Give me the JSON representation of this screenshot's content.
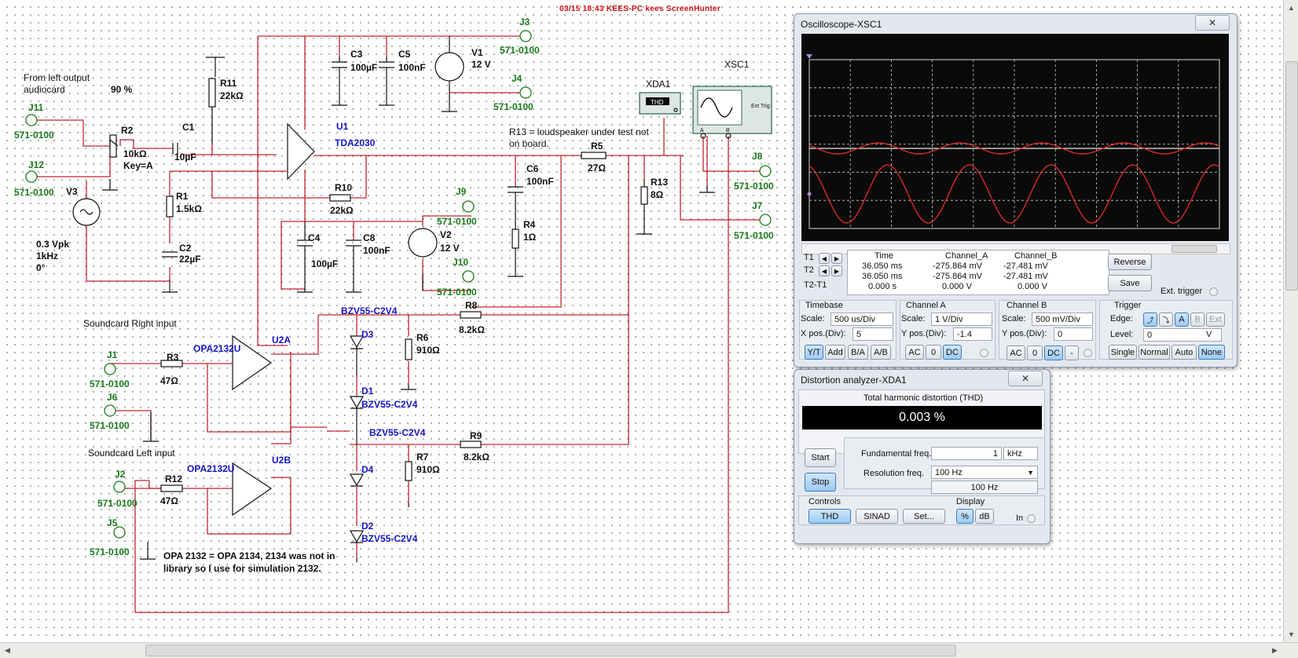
{
  "watermark": "03/15 18:43 KEES-PC kees ScreenHunter",
  "schematic": {
    "notes": {
      "left_output_1": "From left output",
      "left_output_2": "audiocard",
      "percent": "90 %",
      "r13_note_1": "R13 = loudspeaker under test not",
      "r13_note_2": "on board.",
      "sc_right": "Soundcard Right input",
      "sc_left": "Soundcard Left input",
      "opa_note_1": "OPA 2132 = OPA 2134, 2134 was not in",
      "opa_note_2": "library so I use for simulation 2132."
    },
    "connectors": {
      "J11": "J11",
      "J12": "J12",
      "J3": "J3",
      "J4": "J4",
      "J9": "J9",
      "J10": "J10",
      "J1": "J1",
      "J6": "J6",
      "J2": "J2",
      "J5": "J5",
      "J8": "J8",
      "J7": "J7",
      "part": "571-0100"
    },
    "components": {
      "R2": "R2",
      "R2_val": "10kΩ",
      "R2_key": "Key=A",
      "C1": "C1",
      "C1_val": "10µF",
      "R11": "R11",
      "R11_val": "22kΩ",
      "V3": "V3",
      "V3_v": "0.3 Vpk",
      "V3_f": "1kHz",
      "V3_p": "0°",
      "R1": "R1",
      "R1_val": "1.5kΩ",
      "C2": "C2",
      "C2_val": "22µF",
      "C3": "C3",
      "C3_val": "100µF",
      "C5": "C5",
      "C5_val": "100nF",
      "V1": "V1",
      "V1_val": "12 V",
      "U1": "U1",
      "U1_val": "TDA2030",
      "R10": "R10",
      "R10_val": "22kΩ",
      "C4": "C4",
      "C4_val": "100µF",
      "C8": "C8",
      "C8_val": "100nF",
      "V2": "V2",
      "V2_val": "12 V",
      "C6": "C6",
      "C6_val": "100nF",
      "R4": "R4",
      "R4_val": "1Ω",
      "R5": "R5",
      "R5_val": "27Ω",
      "R13": "R13",
      "R13_val": "8Ω",
      "XDA1": "XDA1",
      "XSC1": "XSC1",
      "THD": "THD",
      "ExtTrig": "Ext Trig",
      "A": "A",
      "B": "B",
      "D3_type": "BZV55-C2V4",
      "D3": "D3",
      "R8": "R8",
      "R8_val": "8.2kΩ",
      "R6": "R6",
      "R6_val": "910Ω",
      "D1": "D1",
      "D1_type": "BZV55-C2V4",
      "D4_type": "BZV55-C2V4",
      "D4": "D4",
      "R9": "R9",
      "R9_val": "8.2kΩ",
      "R7": "R7",
      "R7_val": "910Ω",
      "D2": "D2",
      "D2_type": "BZV55-C2V4",
      "U2A": "U2A",
      "U2A_type": "OPA2132U",
      "U2B": "U2B",
      "U2B_type": "OPA2132U",
      "R3": "R3",
      "R3_val": "47Ω",
      "R12": "R12",
      "R12_val": "47Ω"
    }
  },
  "oscilloscope": {
    "title": "Oscilloscope-XSC1",
    "close": "✕",
    "cursor_table": {
      "headers": [
        "Time",
        "Channel_A",
        "Channel_B"
      ],
      "rows": [
        {
          "label": "T1",
          "time": "36.050 ms",
          "a": "-275.864 mV",
          "b": "-27.481 mV"
        },
        {
          "label": "T2",
          "time": "36.050 ms",
          "a": "-275.864 mV",
          "b": "-27.481 mV"
        },
        {
          "label": "T2-T1",
          "time": "0.000 s",
          "a": "0.000 V",
          "b": "0.000 V"
        }
      ]
    },
    "reverse": "Reverse",
    "save": "Save",
    "ext_trigger": "Ext. trigger",
    "timebase": {
      "title": "Timebase",
      "scale_label": "Scale:",
      "scale": "500 us/Div",
      "xpos_label": "X pos.(Div):",
      "xpos": "5",
      "buttons": [
        "Y/T",
        "Add",
        "B/A",
        "A/B"
      ]
    },
    "channel_a": {
      "title": "Channel A",
      "scale_label": "Scale:",
      "scale": "1  V/Div",
      "ypos_label": "Y pos.(Div):",
      "ypos": "-1.4",
      "buttons": [
        "AC",
        "0",
        "DC"
      ]
    },
    "channel_b": {
      "title": "Channel B",
      "scale_label": "Scale:",
      "scale": "500 mV/Div",
      "ypos_label": "Y pos.(Div):",
      "ypos": "0",
      "buttons": [
        "AC",
        "0",
        "DC",
        "-"
      ]
    },
    "trigger": {
      "title": "Trigger",
      "edge_label": "Edge:",
      "level_label": "Level:",
      "level": "0",
      "level_unit": "V",
      "edge_buttons": [
        "A",
        "B",
        "Ext"
      ],
      "modes": [
        "Single",
        "Normal",
        "Auto",
        "None"
      ]
    }
  },
  "distortion": {
    "title": "Distortion analyzer-XDA1",
    "close": "✕",
    "thd_label": "Total harmonic distortion (THD)",
    "thd_value": "0.003 %",
    "start": "Start",
    "stop": "Stop",
    "fund_label": "Fundamental freq.",
    "fund_value": "1",
    "fund_unit": "kHz",
    "res_label": "Resolution freq.",
    "res_value": "100 Hz",
    "res_readout": "100 Hz",
    "controls_label": "Controls",
    "display_label": "Display",
    "controls": [
      "THD",
      "SINAD",
      "Set..."
    ],
    "display": [
      "%",
      "dB"
    ],
    "in_label": "In"
  }
}
